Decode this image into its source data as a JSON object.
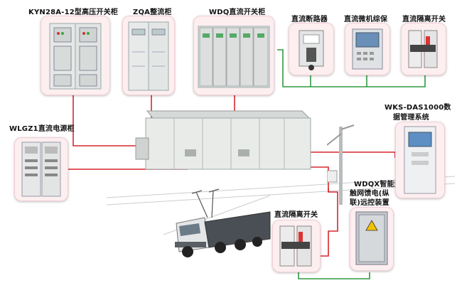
{
  "labels": {
    "kyn": "KYN28A-12型高压开关柜",
    "zqa": "ZQA整流柜",
    "wdq": "WDQ直流开关柜",
    "breaker": "直流断路器",
    "protect": "直流微机综保",
    "iso_top": "直流隔离开关",
    "wlgz": "WLGZ1直流电源柜",
    "das_l1": "WKS-DAS1000数",
    "das_l2": "据管理系统",
    "wdqx_l1": "WDQX智能型",
    "wdqx_l2": "触网馈电(纵",
    "wdqx_l3": "联)远控装置",
    "iso_bottom": "直流隔离开关"
  },
  "colors": {
    "power_line": "#d9262f",
    "signal_line": "#2e9a3f",
    "card_bg": "#fdeef0",
    "cabinet": "#e9ebe8"
  }
}
